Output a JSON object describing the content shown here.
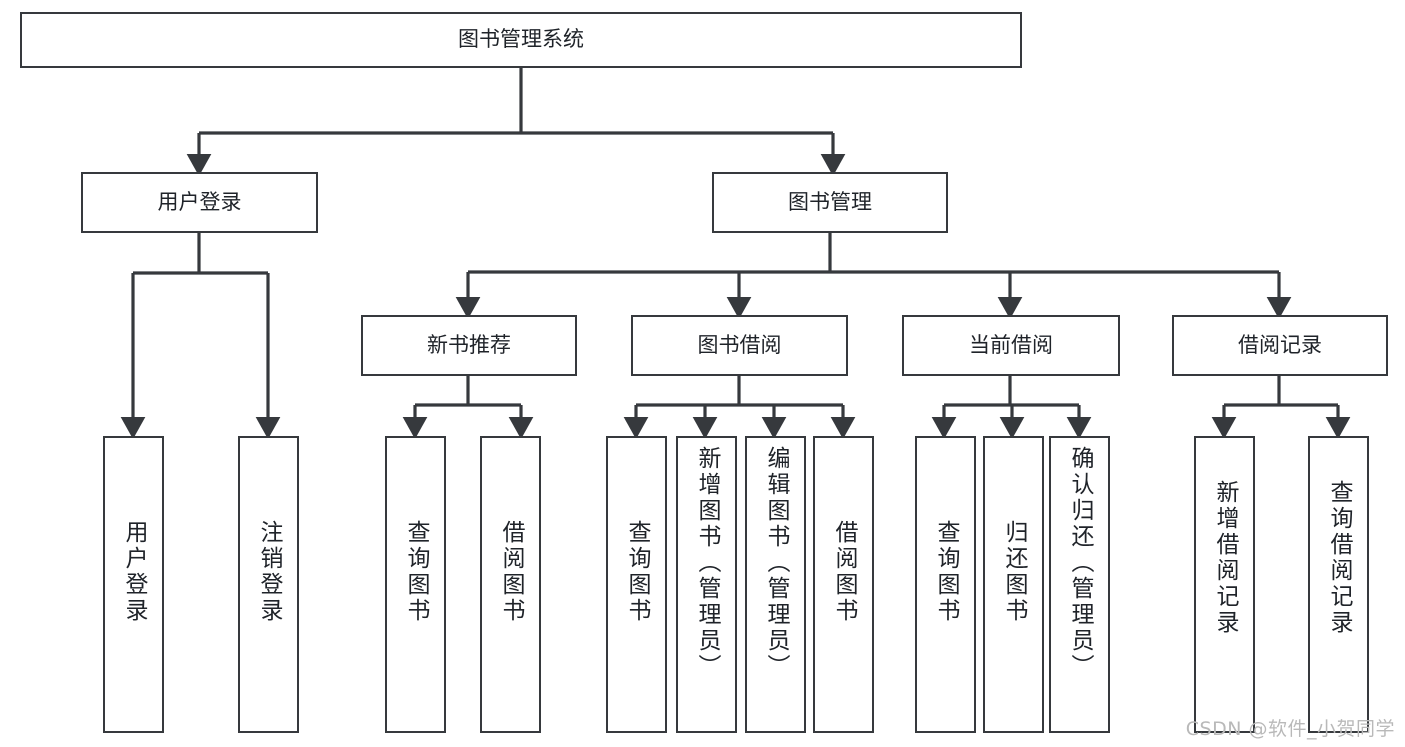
{
  "diagram": {
    "title": "图书管理系统",
    "type": "tree-hierarchy-chart",
    "watermark": "CSDN @软件_小贺同学",
    "colors": {
      "box_border": "#36393d",
      "box_fill": "#ffffff",
      "line": "#36393d",
      "text": "#1f2329",
      "watermark": "#b9b9b9",
      "background": "#ffffff"
    },
    "root": {
      "id": "root",
      "label": "图书管理系统"
    },
    "level1": [
      {
        "id": "user-login",
        "label": "用户登录"
      },
      {
        "id": "book-manage",
        "label": "图书管理"
      }
    ],
    "level2": [
      {
        "id": "new-book-recommend",
        "label": "新书推荐",
        "parent": "book-manage"
      },
      {
        "id": "book-borrow",
        "label": "图书借阅",
        "parent": "book-manage"
      },
      {
        "id": "current-borrow",
        "label": "当前借阅",
        "parent": "book-manage"
      },
      {
        "id": "borrow-record",
        "label": "借阅记录",
        "parent": "book-manage"
      }
    ],
    "leaves": {
      "user-login": [
        {
          "id": "leaf-user-login",
          "label": "用户登录"
        },
        {
          "id": "leaf-logout",
          "label": "注销登录"
        }
      ],
      "new-book-recommend": [
        {
          "id": "leaf-query-book-1",
          "label": "查询图书"
        },
        {
          "id": "leaf-borrow-book-1",
          "label": "借阅图书"
        }
      ],
      "book-borrow": [
        {
          "id": "leaf-query-book-2",
          "label": "查询图书"
        },
        {
          "id": "leaf-add-book",
          "label": "新增图书（管理员）"
        },
        {
          "id": "leaf-edit-book",
          "label": "编辑图书（管理员）"
        },
        {
          "id": "leaf-borrow-book-2",
          "label": "借阅图书"
        }
      ],
      "current-borrow": [
        {
          "id": "leaf-query-book-3",
          "label": "查询图书"
        },
        {
          "id": "leaf-return-book",
          "label": "归还图书"
        },
        {
          "id": "leaf-confirm-return",
          "label": "确认归还（管理员）"
        }
      ],
      "borrow-record": [
        {
          "id": "leaf-add-record",
          "label": "新增借阅记录"
        },
        {
          "id": "leaf-query-record",
          "label": "查询借阅记录"
        }
      ]
    }
  }
}
